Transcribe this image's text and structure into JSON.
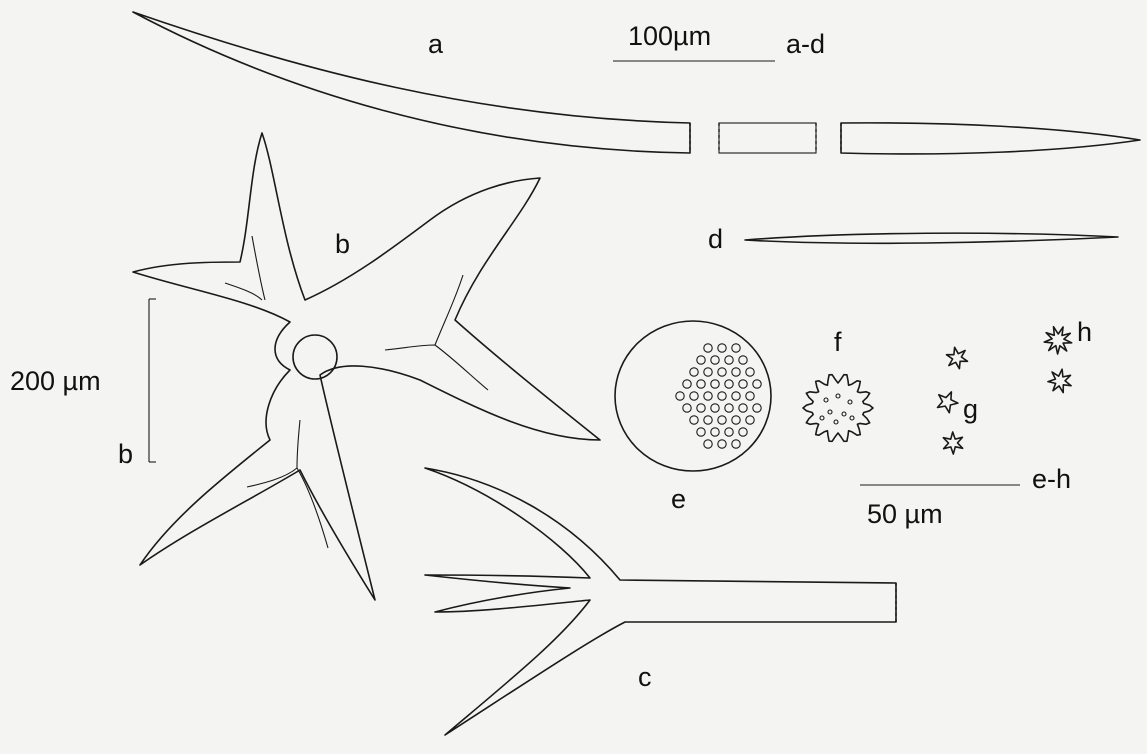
{
  "labels": {
    "a": "a",
    "b": "b",
    "c": "c",
    "d": "d",
    "e": "e",
    "f": "f",
    "g": "g",
    "h": "h"
  },
  "scale_bars": {
    "ad_length": "100µm",
    "ad_range": "a-d",
    "b_length": "200 µm",
    "b_tag": "b",
    "eh_length": "50 µm",
    "eh_range": "e-h"
  },
  "colors": {
    "background": "#f4f4f2",
    "ink": "#1a1a1a"
  }
}
